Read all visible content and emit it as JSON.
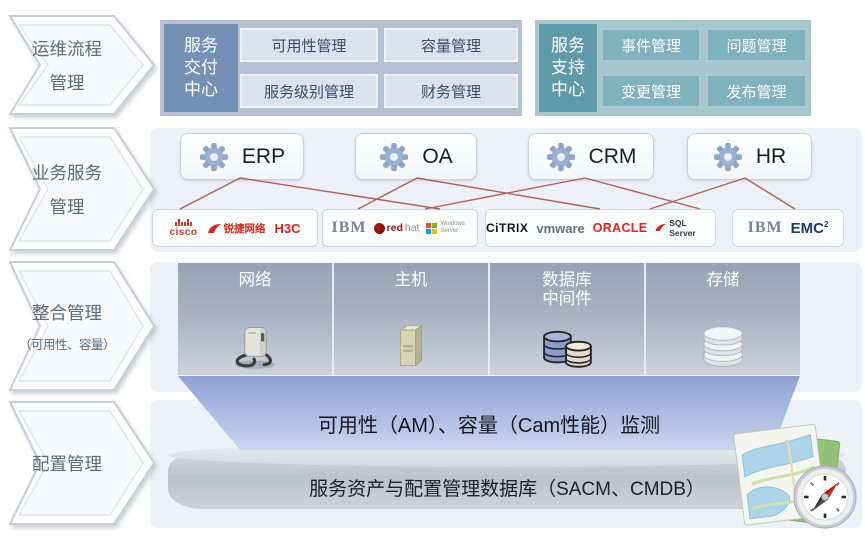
{
  "colors": {
    "delivery_header_bg": "#7490b4",
    "delivery_panel_bg": "#b6c1d3",
    "delivery_item_bg": "#dbe2ee",
    "support_header_bg": "#5f9aa8",
    "support_panel_bg": "#a6c6cc",
    "support_item_bg": "#7fb2bc",
    "band_bg": "#edf0f6",
    "connection": "#b0605c",
    "monitor_gradient_top": "#8ea2d3",
    "cmdb_gray": "#c3c7cf",
    "logo_red": "#d5281b"
  },
  "process_arrows": [
    {
      "line1": "运维流程",
      "line2": "管理"
    },
    {
      "line1": "业务服务",
      "line2": "管理"
    },
    {
      "line1": "整合管理",
      "line2": "（可用性、容量）"
    },
    {
      "line1": "配置管理",
      "line2": ""
    }
  ],
  "service_delivery": {
    "header_lines": [
      "服务",
      "交付",
      "中心"
    ],
    "items": [
      "可用性管理",
      "容量管理",
      "服务级别管理",
      "财务管理"
    ]
  },
  "service_support": {
    "header_lines": [
      "服务",
      "支持",
      "中心"
    ],
    "items": [
      "事件管理",
      "问题管理",
      "变更管理",
      "发布管理"
    ]
  },
  "business_apps": [
    "ERP",
    "OA",
    "CRM",
    "HR"
  ],
  "logos": {
    "cisco": "cisco",
    "ruijie": "锐捷网络",
    "h3c": "H3C",
    "ibm": "IBM",
    "redhat_red": "red",
    "redhat_hat": "hat",
    "windows_server": "Windows Server",
    "citrix": "CiTRIX",
    "vmware": "vmware",
    "oracle": "ORACLE",
    "sql_server": "SQL Server",
    "emc": "EMC",
    "emc_exp": "2"
  },
  "infrastructure": {
    "columns": [
      {
        "label1": "网络",
        "label2": "",
        "icon": "network-device-icon"
      },
      {
        "label1": "主机",
        "label2": "",
        "icon": "host-server-icon"
      },
      {
        "label1": "数据库",
        "label2": "中间件",
        "icon": "database-middleware-icon"
      },
      {
        "label1": "存储",
        "label2": "",
        "icon": "storage-icon"
      }
    ]
  },
  "monitor_banner": "可用性（AM）、容量（Cam性能）监测",
  "cmdb_banner": "服务资产与配置管理数据库（SACM、CMDB）",
  "connections": [
    [
      240,
      178,
      180,
      209
    ],
    [
      240,
      178,
      440,
      209
    ],
    [
      417,
      178,
      358,
      209
    ],
    [
      417,
      178,
      600,
      209
    ],
    [
      585,
      178,
      425,
      209
    ],
    [
      585,
      178,
      700,
      209
    ],
    [
      745,
      178,
      650,
      209
    ],
    [
      745,
      178,
      795,
      209
    ]
  ]
}
